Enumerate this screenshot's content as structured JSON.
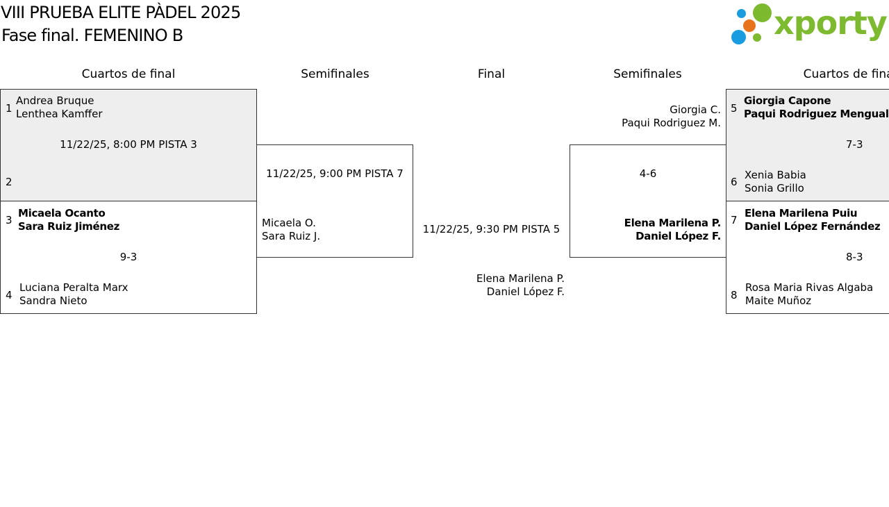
{
  "header": {
    "title": "VIII PRUEBA ELITE PÀDEL 2025",
    "subtitle": "Fase final. FEMENINO B",
    "logo_text": "xporty"
  },
  "columns": [
    "Cuartos de final",
    "Semifinales",
    "Final",
    "Semifinales",
    "Cuartos de final"
  ],
  "left": {
    "qf1": {
      "seed_top": "1",
      "top_p1": "Andrea Bruque",
      "top_p2": "Lenthea Kamffer",
      "info": "11/22/25, 8:00 PM PISTA 3",
      "seed_bottom": "2"
    },
    "qf2": {
      "seed_top": "3",
      "top_p1": "Micaela Ocanto",
      "top_p2": "Sara Ruiz Jiménez",
      "score": "9-3",
      "seed_bottom": "4",
      "bottom_p1": "Luciana Peralta Marx",
      "bottom_p2": "Sandra Nieto"
    },
    "sf": {
      "info": "11/22/25, 9:00 PM PISTA 7",
      "bottom_p1": "Micaela O.",
      "bottom_p2": "Sara Ruiz J."
    }
  },
  "final": {
    "info": "11/22/25, 9:30 PM PISTA 5",
    "p1": "Elena Marilena P.",
    "p2": "Daniel López F."
  },
  "right": {
    "sf": {
      "top_p1": "Giorgia C.",
      "top_p2": "Paqui Rodriguez M.",
      "score": "4-6",
      "bottom_p1": "Elena Marilena P.",
      "bottom_p2": "Daniel López F."
    },
    "qf1": {
      "seed_top": "5",
      "top_p1": "Giorgia Capone",
      "top_p2": "Paqui Rodriguez Mengual",
      "score": "7-3",
      "seed_bottom": "6",
      "bottom_p1": "Xenia Babia",
      "bottom_p2": "Sonia Grillo"
    },
    "qf2": {
      "seed_top": "7",
      "top_p1": "Elena Marilena Puiu",
      "top_p2": "Daniel López Fernández",
      "score": "8-3",
      "seed_bottom": "8",
      "bottom_p1": "Rosa Maria Rivas Algaba",
      "bottom_p2": "Maite Muñoz"
    }
  },
  "colors": {
    "logo_green": "#7dba2f",
    "logo_blue": "#1a9de0",
    "logo_orange": "#e8741c",
    "shaded": "#eeeeee",
    "border": "#333333"
  }
}
